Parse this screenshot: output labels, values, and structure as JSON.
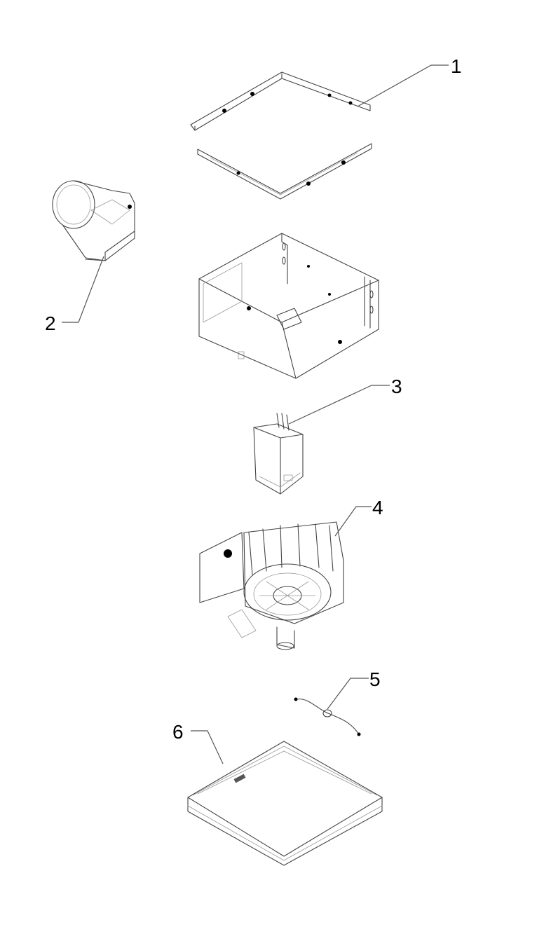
{
  "callouts": [
    {
      "id": "1",
      "label": "1"
    },
    {
      "id": "2",
      "label": "2"
    },
    {
      "id": "3",
      "label": "3"
    },
    {
      "id": "4",
      "label": "4"
    },
    {
      "id": "5",
      "label": "5"
    },
    {
      "id": "6",
      "label": "6"
    }
  ],
  "colors": {
    "line": "#444444",
    "background": "#ffffff"
  }
}
